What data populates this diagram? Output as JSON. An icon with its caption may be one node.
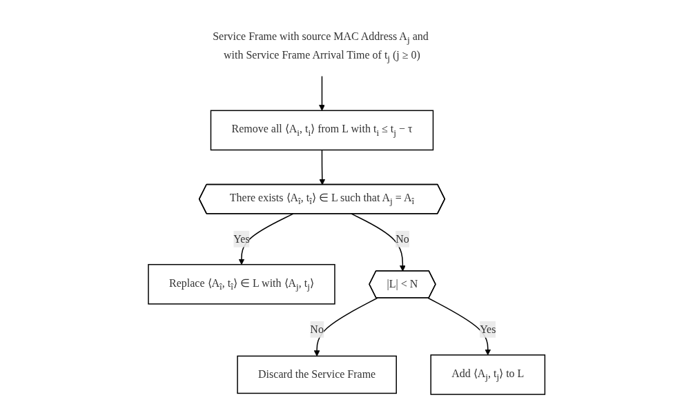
{
  "diagram": {
    "nodes": [
      {
        "text": [
          "Service Frame with source MAC Address A$_{j}$ and with Service Frame Arrival Time of t$_{j}$ (j ≥ 0)"
        ]
      },
      {
        "text": [
          "Remove all ⟨A$_{i}$, t$_{i}$⟩ from L with t$_{i}$ ≤ t$_{j}$ − τ"
        ]
      },
      {
        "text": [
          "There exists ⟨A$_{î}$, t$_{î}$⟩ ∈ L such that A$_{j}$ = A$_{î}$"
        ]
      },
      {
        "text": [
          "Replace ⟨A$_{î}$, t$_{î}$⟩ ∈ L with ⟨A$_{j}$, t$_{j}$⟩"
        ]
      },
      {
        "text": [
          "|L| < N"
        ]
      },
      {
        "text": [
          "Discard the Service Frame"
        ]
      },
      {
        "text": [
          "Add ⟨A$_{j}$, t$_{j}$⟩ to L"
        ]
      }
    ],
    "edges": [
      {
        "from": 0,
        "to": 1,
        "arrow": "to"
      },
      {
        "from": 1,
        "to": 2,
        "arrow": "to"
      },
      {
        "from": 2,
        "to": 3,
        "arrow": "to",
        "label": "Yes"
      },
      {
        "from": 2,
        "to": 4,
        "arrow": "to",
        "label": "No"
      },
      {
        "from": 4,
        "to": 5,
        "arrow": "to",
        "label": "No"
      },
      {
        "from": 4,
        "to": 6,
        "arrow": "to",
        "label": "Yes"
      }
    ]
  }
}
